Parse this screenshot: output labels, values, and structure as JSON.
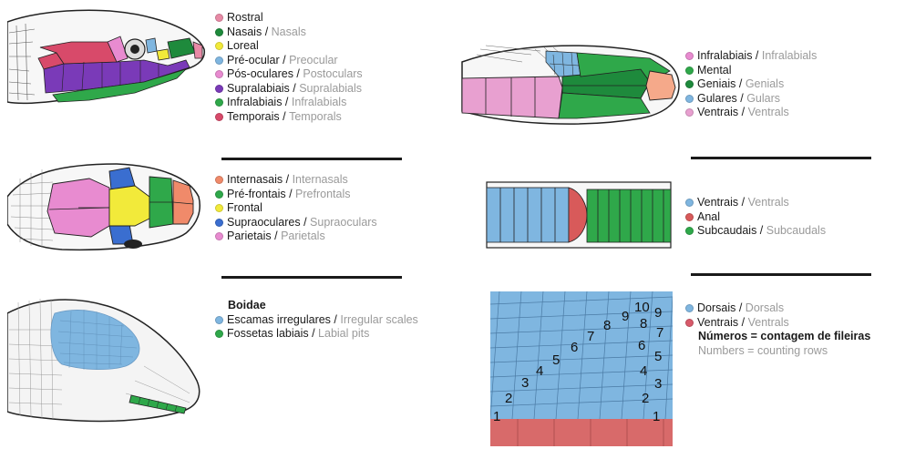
{
  "colors": {
    "rostral": "#e88a9a",
    "nasal": "#1e8a3c",
    "loreal": "#f2ea3a",
    "preocular": "#7fb6e0",
    "postocular": "#e88bd0",
    "supralabial": "#7a3ab8",
    "infralabial_lateral": "#7a3ab8",
    "temporal": "#d84a6a",
    "internasal": "#f08a6a",
    "prefrontal": "#2fa84a",
    "frontal": "#f2ea3a",
    "supraocular": "#3a6ed0",
    "parietal": "#e88bd0",
    "irregular": "#7fb6e0",
    "labial_pit": "#2fa84a",
    "infralabial_ventral": "#e88bd0",
    "mental": "#f5a98a",
    "genial": "#2fa84a",
    "gular": "#7fb6e0",
    "ventral": "#e8a0d0",
    "ventral_blue": "#7fb6e0",
    "anal": "#d85a5a",
    "subcaudal": "#2fa84a",
    "dorsal": "#7fb6e0",
    "ventral_red": "#d86a6a"
  },
  "legend_lateral": [
    {
      "color": "#e88aa6",
      "pt": "Rostral",
      "en": ""
    },
    {
      "color": "#1e8a3c",
      "pt": "Nasais",
      "en": "Nasals"
    },
    {
      "color": "#f2ea3a",
      "pt": "Loreal",
      "en": ""
    },
    {
      "color": "#7fb6e0",
      "pt": "Pré-ocular",
      "en": "Preocular"
    },
    {
      "color": "#e88bd0",
      "pt": "Pós-oculares",
      "en": "Postoculars"
    },
    {
      "color": "#7a3ab8",
      "pt": "Supralabiais",
      "en": "Supralabials"
    },
    {
      "color": "#2fa84a",
      "pt": "Infralabiais",
      "en": "Infralabials"
    },
    {
      "color": "#d84a6a",
      "pt": "Temporais",
      "en": "Temporals"
    }
  ],
  "legend_dorsal": [
    {
      "color": "#f08a6a",
      "pt": "Internasais",
      "en": "Internasals"
    },
    {
      "color": "#2fa84a",
      "pt": "Pré-frontais",
      "en": "Prefrontals"
    },
    {
      "color": "#f2ea3a",
      "pt": "Frontal",
      "en": ""
    },
    {
      "color": "#3a6ed0",
      "pt": "Supraoculares",
      "en": "Supraoculars"
    },
    {
      "color": "#e88bd0",
      "pt": "Parietais",
      "en": "Parietals"
    }
  ],
  "legend_boidae": {
    "heading": "Boidae",
    "items": [
      {
        "color": "#7fb6e0",
        "pt": "Escamas irregulares",
        "en": "Irregular scales"
      },
      {
        "color": "#2fa84a",
        "pt": "Fossetas labiais",
        "en": "Labial pits"
      }
    ]
  },
  "legend_ventral_head": [
    {
      "color": "#e88bd0",
      "pt": "Infralabiais",
      "en": "Infralabials"
    },
    {
      "color": "#2fa84a",
      "pt": "Mental",
      "en": ""
    },
    {
      "color": "#1e8a3c",
      "pt": "Geniais",
      "en": "Genials"
    },
    {
      "color": "#7fb6e0",
      "pt": "Gulares",
      "en": "Gulars"
    },
    {
      "color": "#e8a0d0",
      "pt": "Ventrais",
      "en": "Ventrals"
    }
  ],
  "legend_tail": [
    {
      "color": "#7fb6e0",
      "pt": "Ventrais",
      "en": "Ventrals"
    },
    {
      "color": "#d85a5a",
      "pt": "Anal",
      "en": ""
    },
    {
      "color": "#2fa84a",
      "pt": "Subcaudais",
      "en": "Subcaudals"
    }
  ],
  "legend_dorsal_rows": {
    "items": [
      {
        "color": "#7fb6e0",
        "pt": "Dorsais",
        "en": "Dorsals"
      },
      {
        "color": "#d85a6a",
        "pt": "Ventrais",
        "en": "Ventrals"
      }
    ],
    "note_pt": "Números = contagem de fileiras",
    "note_en": "Numbers = counting rows"
  },
  "row_numbers_left": [
    "1",
    "2",
    "3",
    "4",
    "5",
    "6",
    "7",
    "8",
    "9",
    "10"
  ],
  "row_numbers_right": [
    "1",
    "2",
    "3",
    "4",
    "5",
    "6",
    "7",
    "8",
    "9"
  ]
}
